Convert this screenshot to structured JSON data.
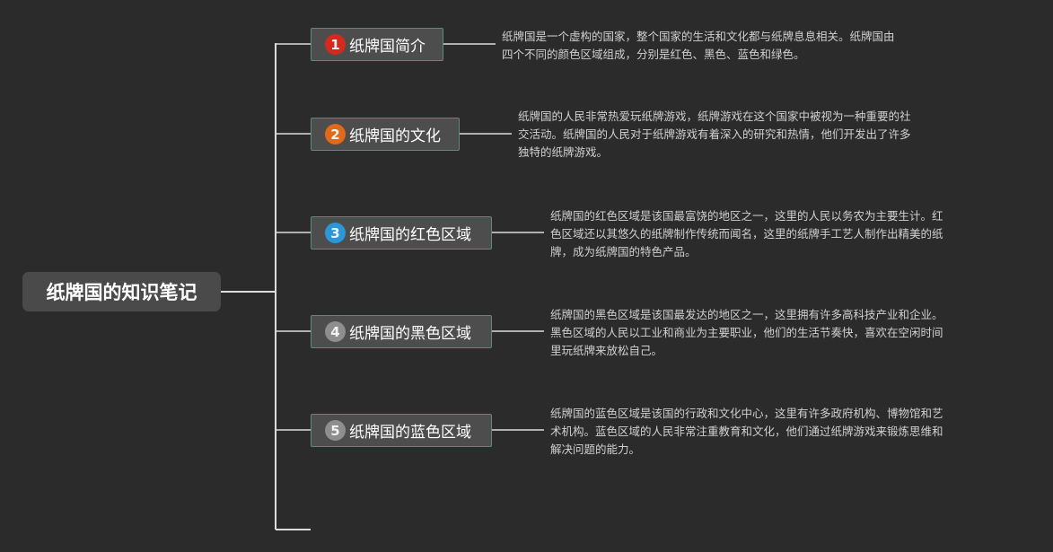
{
  "root": {
    "title": "纸牌国的知识笔记"
  },
  "topics": [
    {
      "number": "1",
      "color": "#d42a1e",
      "label": "纸牌国简介",
      "note": [
        "纸牌国是一个虚构的国家，整个国家的生活和文化都与纸牌息息相关。纸牌国由",
        "四个不同的颜色区域组成，分别是红色、黑色、蓝色和绿色。"
      ]
    },
    {
      "number": "2",
      "color": "#e0691a",
      "label": "纸牌国的文化",
      "note": [
        "纸牌国的人民非常热爱玩纸牌游戏，纸牌游戏在这个国家中被视为一种重要的社",
        "交活动。纸牌国的人民对于纸牌游戏有着深入的研究和热情，他们开发出了许多",
        "独特的纸牌游戏。"
      ]
    },
    {
      "number": "3",
      "color": "#2b97d6",
      "label": "纸牌国的红色区域",
      "note": [
        "纸牌国的红色区域是该国最富饶的地区之一，这里的人民以务农为主要生计。红",
        "色区域还以其悠久的纸牌制作传统而闻名，这里的纸牌手工艺人制作出精美的纸",
        "牌，成为纸牌国的特色产品。"
      ]
    },
    {
      "number": "4",
      "color": "#8e8e8e",
      "label": "纸牌国的黑色区域",
      "note": [
        "纸牌国的黑色区域是该国最发达的地区之一，这里拥有许多高科技产业和企业。",
        "黑色区域的人民以工业和商业为主要职业，他们的生活节奏快，喜欢在空闲时间",
        "里玩纸牌来放松自己。"
      ]
    },
    {
      "number": "5",
      "color": "#8e8e8e",
      "label": "纸牌国的蓝色区域",
      "note": [
        "纸牌国的蓝色区域是该国的行政和文化中心，这里有许多政府机构、博物馆和艺",
        "术机构。蓝色区域的人民非常注重教育和文化，他们通过纸牌游戏来锻炼思维和",
        "解决问题的能力。"
      ]
    }
  ]
}
